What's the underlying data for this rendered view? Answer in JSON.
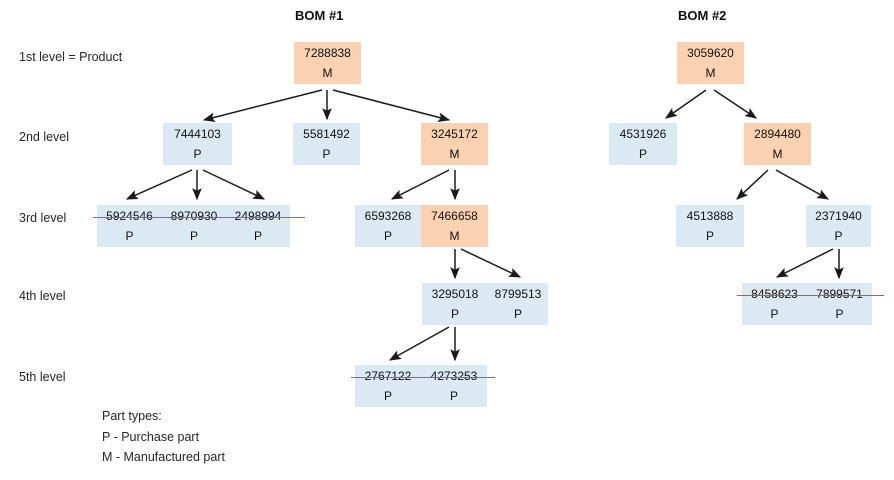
{
  "titles": {
    "bom1": "BOM #1",
    "bom2": "BOM #2"
  },
  "level_labels": [
    "1st level =  Product",
    "2nd level",
    "3rd level",
    "4th level",
    "5th level"
  ],
  "legend": {
    "heading": "Part types:",
    "purchase": "P - Purchase part",
    "manufactured": "M - Manufactured part"
  },
  "colors": {
    "purchase_fill": "#dbe9f2",
    "manufactured_fill": "#fad2b1",
    "strike": "#d94a4a",
    "arrow": "#1a1a1a"
  },
  "part_type_codes": {
    "purchase": "P",
    "manufactured": "M"
  },
  "bom1": {
    "level1": [
      {
        "number": "7288838",
        "type": "M"
      }
    ],
    "level2": [
      {
        "number": "7444103",
        "type": "P"
      },
      {
        "number": "5581492",
        "type": "P"
      },
      {
        "number": "3245172",
        "type": "M"
      }
    ],
    "level3_groupA": [
      {
        "number": "5924546",
        "type": "P",
        "struck": true
      },
      {
        "number": "8970930",
        "type": "P",
        "struck": true
      },
      {
        "number": "2498994",
        "type": "P",
        "struck": true
      }
    ],
    "level3_groupB": [
      {
        "number": "6593268",
        "type": "P"
      },
      {
        "number": "7466658",
        "type": "M"
      }
    ],
    "level4": [
      {
        "number": "3295018",
        "type": "P"
      },
      {
        "number": "8799513",
        "type": "P"
      }
    ],
    "level5": [
      {
        "number": "2767122",
        "type": "P",
        "struck": true
      },
      {
        "number": "4273253",
        "type": "P",
        "struck": true
      }
    ]
  },
  "bom2": {
    "level1": [
      {
        "number": "3059620",
        "type": "M"
      }
    ],
    "level2": [
      {
        "number": "4531926",
        "type": "P"
      },
      {
        "number": "2894480",
        "type": "M"
      }
    ],
    "level3": [
      {
        "number": "4513888",
        "type": "P"
      },
      {
        "number": "2371940",
        "type": "P"
      }
    ],
    "level4": [
      {
        "number": "8458623",
        "type": "P",
        "struck": true
      },
      {
        "number": "7899571",
        "type": "P",
        "struck": true
      }
    ]
  }
}
